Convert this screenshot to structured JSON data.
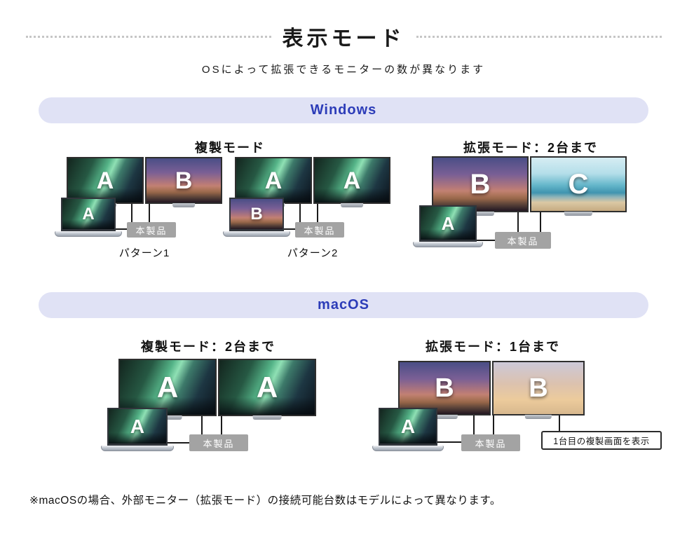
{
  "page": {
    "title": "表示モード",
    "subtitle": "OSによって拡張できるモニターの数が異なります",
    "footnote": "※macOSの場合、外部モニター（拡張モード）の接続可能台数はモデルによって異なります。"
  },
  "theme": {
    "section_pill_bg": "#e0e2f5",
    "section_pill_text": "#2c3cb8",
    "product_label_bg": "#a3a3a3",
    "monitor_letter_color": "#ffffff"
  },
  "windows": {
    "header": "Windows",
    "duplicate": {
      "heading": "複製モード",
      "pattern1": {
        "label": "パターン1",
        "monitor1": "A",
        "monitor2": "B",
        "laptop": "A",
        "product_label": "本製品"
      },
      "pattern2": {
        "label": "パターン2",
        "monitor1": "A",
        "monitor2": "A",
        "laptop": "B",
        "product_label": "本製品"
      }
    },
    "extend": {
      "heading": "拡張モード：2台まで",
      "monitor1": "B",
      "monitor2": "C",
      "laptop": "A",
      "product_label": "本製品"
    }
  },
  "macos": {
    "header": "macOS",
    "duplicate": {
      "heading": "複製モード：2台まで",
      "monitor1": "A",
      "monitor2": "A",
      "laptop": "A",
      "product_label": "本製品"
    },
    "extend": {
      "heading": "拡張モード：1台まで",
      "monitor1": "B",
      "monitor2": "B",
      "laptop": "A",
      "product_label": "本製品",
      "callout": "1台目の複製画面を表示"
    }
  }
}
